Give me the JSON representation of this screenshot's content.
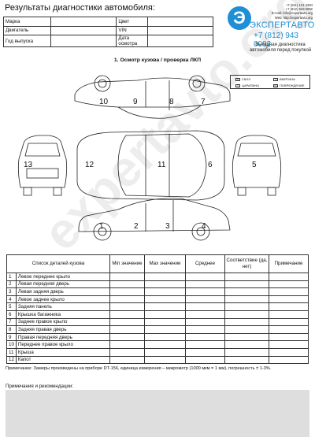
{
  "title": "Результаты диагностики автомобиля:",
  "info_table": {
    "rows": [
      {
        "left": "Марка",
        "right": "Цвет"
      },
      {
        "left": "Двигатель",
        "right": "VIN"
      },
      {
        "left": "Год выпуска",
        "right": "Дата осмотра"
      }
    ]
  },
  "logo": {
    "mark": "Э",
    "contacts": [
      "+7 (911) 121 4394",
      "+7 (812) 943 0092",
      "E-mail:  info@expertavto.org",
      "Web: http://expertavto.org"
    ],
    "brand": "ЭКСПЕРТАВТО",
    "phone": "+7 (812) 943 0092",
    "tagline": "Выездная диагностика автомобиля перед покупкой"
  },
  "section_title": "1. Осмотр кузова / проверка ЛКП",
  "legend": {
    "items": [
      {
        "symbol": "×",
        "label": "СКОЛ"
      },
      {
        "symbol": "○",
        "label": "ВМЯТИНА"
      },
      {
        "symbol": "△",
        "label": "ЦАРАПИНА"
      },
      {
        "symbol": "▭",
        "label": "ПОВРЕЖДЕНИЕ"
      }
    ]
  },
  "diagram_numbers": [
    "1",
    "2",
    "3",
    "4",
    "5",
    "6",
    "7",
    "8",
    "9",
    "10",
    "11",
    "12",
    "13"
  ],
  "watermark": "expertavto.org",
  "parts_table": {
    "headers": [
      "Список деталей кузова",
      "Min значение",
      "Max значение",
      "Среднее",
      "Соответствие (да, нет)",
      "Примечание"
    ],
    "rows": [
      {
        "n": "1",
        "name": "Левое переднее крыло"
      },
      {
        "n": "2",
        "name": "Левая передняя дверь"
      },
      {
        "n": "3",
        "name": "Левая задняя дверь"
      },
      {
        "n": "4",
        "name": "Левое заднее крыло"
      },
      {
        "n": "5",
        "name": "Задняя панель"
      },
      {
        "n": "6",
        "name": "Крышка багажника"
      },
      {
        "n": "7",
        "name": "Заднее правое крыло"
      },
      {
        "n": "8",
        "name": "Задняя правая дверь"
      },
      {
        "n": "9",
        "name": "Правая передняя дверь"
      },
      {
        "n": "10",
        "name": "Переднее правое крыло"
      },
      {
        "n": "11",
        "name": "Крыша"
      },
      {
        "n": "12",
        "name": "Капот"
      }
    ]
  },
  "note": "Примечание: Замеры произведены на приборе DT-156, единица измерения – микрометр (1000 мкм = 1 мм), погрешность ± 1-3%.",
  "recommendations_label": "Примечания и рекомендации:"
}
